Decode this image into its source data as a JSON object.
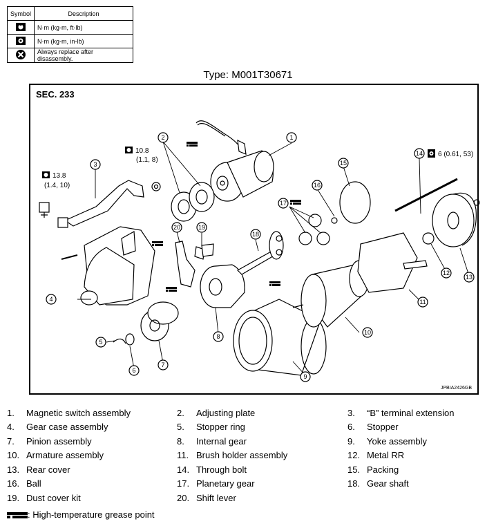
{
  "symbol_table": {
    "headers": [
      "Symbol",
      "Description"
    ],
    "rows": [
      {
        "icon": "torque-wrench-ft-lb-icon",
        "desc": "N·m (kg-m, ft-lb)"
      },
      {
        "icon": "torque-wrench-in-lb-icon",
        "desc": "N·m (kg-m, in-lb)"
      },
      {
        "icon": "always-replace-icon",
        "desc": "Always replace after disassembly."
      }
    ]
  },
  "type_title": "Type: M001T30671",
  "diagram": {
    "section": "SEC. 233",
    "code": "JPBIA2426GB",
    "torque_3_a": "13.8",
    "torque_3_b": "(1.4, 10)",
    "torque_2_a": "10.8",
    "torque_2_b": "(1.1, 8)",
    "torque_14": "6 (0.61, 53)",
    "callouts": [
      "1",
      "2",
      "3",
      "4",
      "5",
      "6",
      "7",
      "8",
      "9",
      "10",
      "11",
      "12",
      "13",
      "14",
      "15",
      "16",
      "17",
      "18",
      "19",
      "20"
    ]
  },
  "legend": [
    {
      "num": "1.",
      "text": "Magnetic switch assembly"
    },
    {
      "num": "2.",
      "text": "Adjusting plate"
    },
    {
      "num": "3.",
      "text": "“B” terminal extension"
    },
    {
      "num": "4.",
      "text": "Gear case assembly"
    },
    {
      "num": "5.",
      "text": "Stopper ring"
    },
    {
      "num": "6.",
      "text": "Stopper"
    },
    {
      "num": "7.",
      "text": "Pinion assembly"
    },
    {
      "num": "8.",
      "text": "Internal gear"
    },
    {
      "num": "9.",
      "text": "Yoke assembly"
    },
    {
      "num": "10.",
      "text": "Armature assembly"
    },
    {
      "num": "11.",
      "text": "Brush holder assembly"
    },
    {
      "num": "12.",
      "text": "Metal RR"
    },
    {
      "num": "13.",
      "text": "Rear cover"
    },
    {
      "num": "14.",
      "text": "Through bolt"
    },
    {
      "num": "15.",
      "text": "Packing"
    },
    {
      "num": "16.",
      "text": "Ball"
    },
    {
      "num": "17.",
      "text": "Planetary gear"
    },
    {
      "num": "18.",
      "text": "Gear shaft"
    },
    {
      "num": "19.",
      "text": "Dust cover kit"
    },
    {
      "num": "20.",
      "text": "Shift lever"
    }
  ],
  "grease_note": ": High-temperature grease point"
}
